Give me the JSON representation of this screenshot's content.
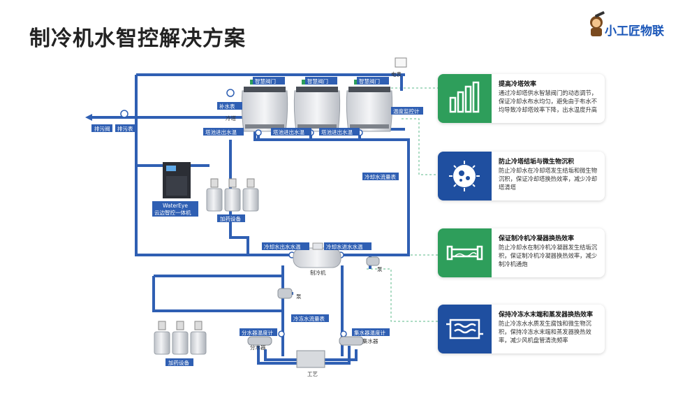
{
  "title": "制冷机水智控解决方案",
  "logo": {
    "text": "小工匠物联",
    "icon": "craftsman-mascot-logo"
  },
  "diagram": {
    "labels": {
      "valve1": "智慧阀门",
      "valve2": "智慧阀门",
      "valve3": "智慧阀门",
      "meter": "电表",
      "makeup": "补水表",
      "tower": "冷塔",
      "temp_meter": "温度监控计",
      "tower_in1": "塔池进出水温",
      "tower_in2": "塔池进出水温",
      "tower_in3": "塔池进出水温",
      "drain_valve": "排污阀",
      "drain_meter": "排污表",
      "cooling_flow": "冷却水流量表",
      "watereye1": "WaterEye",
      "watereye2": "云边智控一体机",
      "dosing1": "加药设备",
      "cool_out": "冷却水出水水温",
      "cool_in": "冷却水进水水温",
      "chiller": "制冷机",
      "pump": "泵",
      "pump2": "泵",
      "chill_flow": "冷冻水流量表",
      "dist_temp": "分水器温度计",
      "coll_temp": "集水器温度计",
      "distributor": "分水器",
      "collector": "集水器",
      "process": "工艺",
      "dosing2": "加药设备"
    }
  },
  "cards": [
    {
      "title": "提高冷塔效率",
      "desc": "通过冷却塔供水智慧阀门的动态调节，保证冷却水布水均匀，避免由于布水不均导致冷却塔效率下降，出水温度升高",
      "icon": "bar-chart-icon",
      "color": "#2e9e5b"
    },
    {
      "title": "防止冷塔结垢与微生物沉积",
      "desc": "防止冷却水在冷却塔发生结垢和微生物沉积，保证冷却塔换热效率，减少冷却塔清塔",
      "icon": "microbe-icon",
      "color": "#1f4fa0"
    },
    {
      "title": "保证制冷机冷凝器换热效率",
      "desc": "防止冷却水在制冷机冷凝器发生结垢沉积，保证制冷机冷凝器换热效率，减少制冷机通炮",
      "icon": "condenser-tube-icon",
      "color": "#2e9e5b"
    },
    {
      "title": "保持冷冻水末端和蒸发器换热效率",
      "desc": "防止冷冻水水质发生腐蚀和微生物沉积，保持冷冻水末端和蒸发器换热效率，减少风机盘管清洗频率",
      "icon": "heat-exchanger-icon",
      "color": "#1f4fa0"
    }
  ]
}
